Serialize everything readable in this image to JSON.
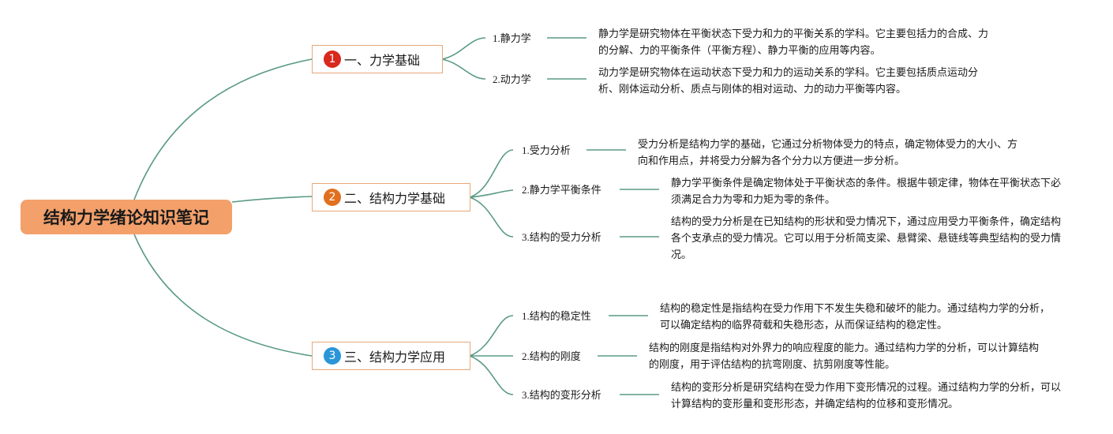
{
  "mindmap": {
    "root": {
      "label": "结构力学绪论知识笔记"
    },
    "colors": {
      "line": "#5a9a85",
      "root_fill": "#f3a06b",
      "branch_border": "#e8a77a"
    },
    "branches": [
      {
        "number": "1",
        "badge_color": "#d9281c",
        "label": "一、力学基础",
        "children": [
          {
            "label": "1.静力学",
            "text": "静力学是研究物体在平衡状态下受力和力的平衡关系的学科。它主要包括力的合成、力的分解、力的平衡条件（平衡方程）、静力平衡的应用等内容。"
          },
          {
            "label": "2.动力学",
            "text": "动力学是研究物体在运动状态下受力和力的运动关系的学科。它主要包括质点运动分析、刚体运动分析、质点与刚体的相对运动、力的动力平衡等内容。"
          }
        ]
      },
      {
        "number": "2",
        "badge_color": "#e0701f",
        "label": "二、结构力学基础",
        "children": [
          {
            "label": "1.受力分析",
            "text": "受力分析是结构力学的基础，它通过分析物体受力的特点，确定物体受力的大小、方向和作用点，并将受力分解为各个分力以方便进一步分析。"
          },
          {
            "label": "2.静力学平衡条件",
            "text": "静力学平衡条件是确定物体处于平衡状态的条件。根据牛顿定律，物体在平衡状态下必须满足合力为零和力矩为零的条件。"
          },
          {
            "label": "3.结构的受力分析",
            "text": "结构的受力分析是在已知结构的形状和受力情况下，通过应用受力平衡条件，确定结构各个支承点的受力情况。它可以用于分析简支梁、悬臂梁、悬链线等典型结构的受力情况。"
          }
        ]
      },
      {
        "number": "3",
        "badge_color": "#2a96d8",
        "label": "三、结构力学应用",
        "children": [
          {
            "label": "1.结构的稳定性",
            "text": "结构的稳定性是指结构在受力作用下不发生失稳和破坏的能力。通过结构力学的分析，可以确定结构的临界荷载和失稳形态，从而保证结构的稳定性。"
          },
          {
            "label": "2.结构的刚度",
            "text": "结构的刚度是指结构对外界力的响应程度的能力。通过结构力学的分析，可以计算结构的刚度，用于评估结构的抗弯刚度、抗剪刚度等性能。"
          },
          {
            "label": "3.结构的变形分析",
            "text": "结构的变形分析是研究结构在受力作用下变形情况的过程。通过结构力学的分析，可以计算结构的变形量和变形形态，并确定结构的位移和变形情况。"
          }
        ]
      }
    ]
  }
}
